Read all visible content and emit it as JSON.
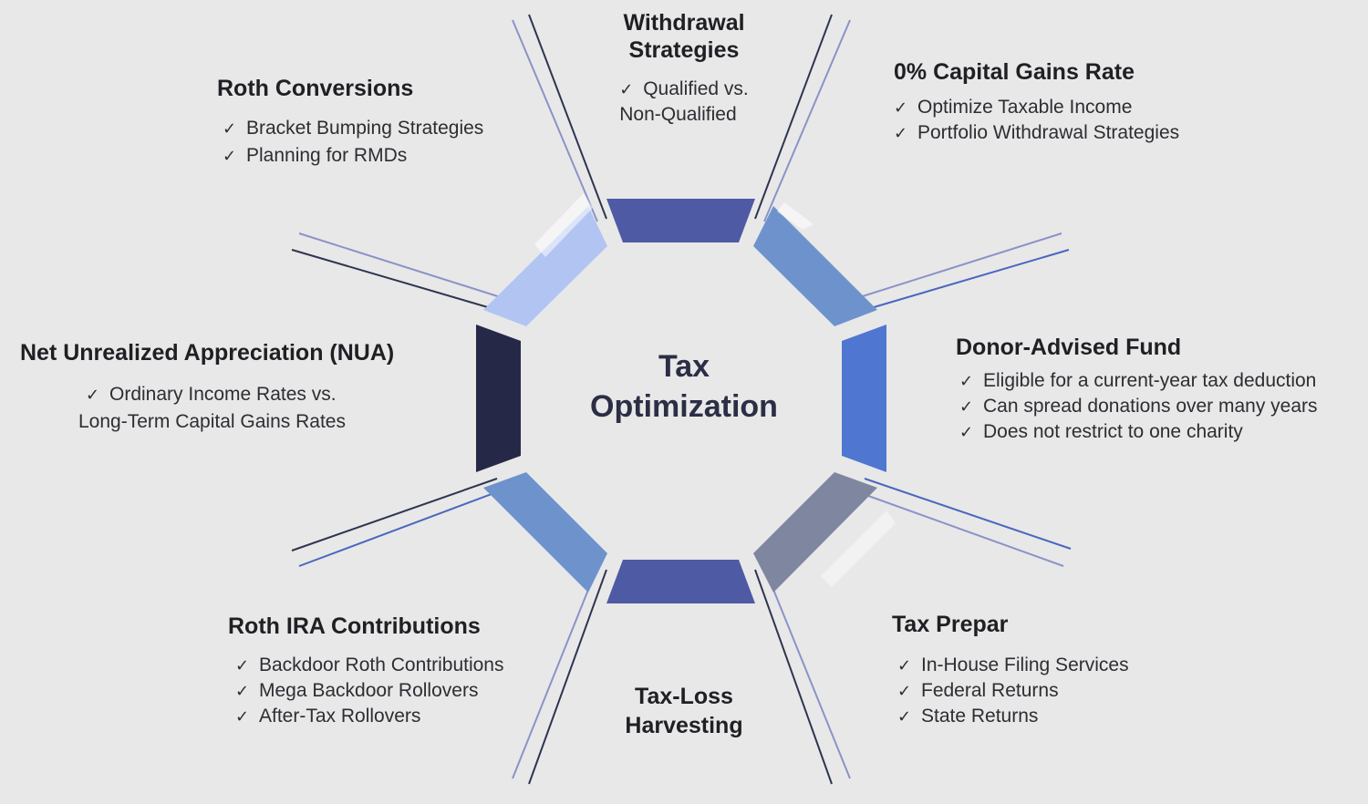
{
  "hub": {
    "line1": "Tax",
    "line2": "Optimization"
  },
  "sections": {
    "withdrawal": {
      "title1": "Withdrawal",
      "title2": "Strategies",
      "item1": "Qualified vs.",
      "item2": "Non-Qualified"
    },
    "capital_gains": {
      "title": "0% Capital Gains Rate",
      "items": [
        "Optimize Taxable Income",
        "Portfolio Withdrawal Strategies"
      ]
    },
    "roth_conversions": {
      "title": "Roth Conversions",
      "items": [
        "Bracket Bumping Strategies",
        "Planning for RMDs"
      ]
    },
    "nua": {
      "title": "Net Unrealized Appreciation (NUA)",
      "item1": "Ordinary Income Rates vs.",
      "item2": "Long-Term Capital Gains Rates"
    },
    "daf": {
      "title": "Donor-Advised Fund",
      "items": [
        "Eligible for a current-year tax deduction",
        "Can spread donations over many years",
        "Does not restrict to one charity"
      ]
    },
    "roth_ira": {
      "title": "Roth IRA Contributions",
      "items": [
        "Backdoor Roth Contributions",
        "Mega Backdoor Rollovers",
        "After-Tax Rollovers"
      ]
    },
    "tax_prep": {
      "title": "Tax Prepar",
      "items": [
        "In-House Filing Services",
        "Federal Returns",
        "State Returns"
      ]
    },
    "tax_loss": {
      "title1": "Tax-Loss",
      "title2": "Harvesting"
    }
  },
  "check_glyph": "✓",
  "colors": {
    "background": "#e8e8e8",
    "segment_top": "#4f5aa4",
    "segment_top_right": "#6e93cc",
    "segment_right": "#4f77d1",
    "segment_bottom_right": "#7f86a0",
    "segment_bottom": "#4f5aa4",
    "segment_bottom_left": "#6e93cc",
    "segment_left": "#262848",
    "segment_top_left": "#b2c4f2"
  }
}
